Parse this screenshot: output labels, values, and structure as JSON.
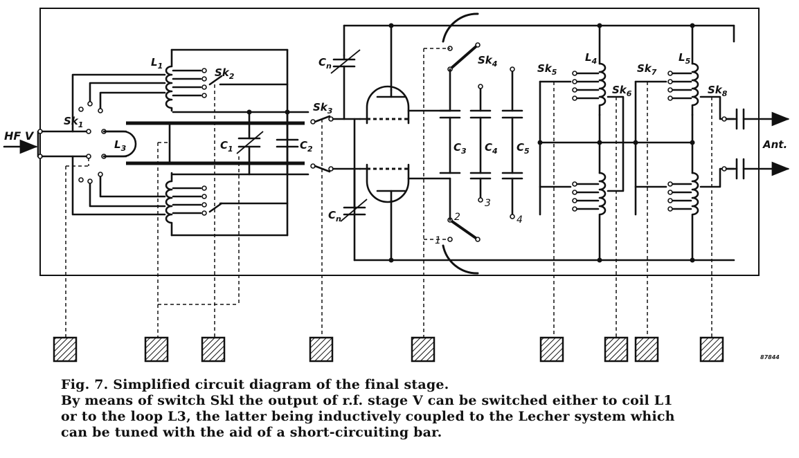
{
  "labels": {
    "hf_input": "HF V",
    "antenna": "Ant.",
    "figure_code": "87844"
  },
  "components": {
    "L1": {
      "letter": "L",
      "sub": "1"
    },
    "L3": {
      "letter": "L",
      "sub": "3"
    },
    "L4": {
      "letter": "L",
      "sub": "4"
    },
    "L5": {
      "letter": "L",
      "sub": "5"
    },
    "C1": {
      "letter": "C",
      "sub": "1"
    },
    "C2": {
      "letter": "C",
      "sub": "2"
    },
    "C3": {
      "letter": "C",
      "sub": "3"
    },
    "C4": {
      "letter": "C",
      "sub": "4"
    },
    "C5": {
      "letter": "C",
      "sub": "5"
    },
    "Cn_top": {
      "letter": "C",
      "sub": "n"
    },
    "Cn_bottom": {
      "letter": "C",
      "sub": "n"
    },
    "Sk1": {
      "letter": "Sk",
      "sub": "1"
    },
    "Sk2": {
      "letter": "Sk",
      "sub": "2"
    },
    "Sk3": {
      "letter": "Sk",
      "sub": "3"
    },
    "Sk4": {
      "letter": "Sk",
      "sub": "4"
    },
    "Sk5": {
      "letter": "Sk",
      "sub": "5"
    },
    "Sk6": {
      "letter": "Sk",
      "sub": "6"
    },
    "Sk7": {
      "letter": "Sk",
      "sub": "7"
    },
    "Sk8": {
      "letter": "Sk",
      "sub": "8"
    }
  },
  "terminals": {
    "t1": "1",
    "t2": "2",
    "t3": "3",
    "t4": "4"
  },
  "caption": {
    "line1": "Fig. 7. Simplified circuit diagram of the final stage.",
    "line2": "By means of switch Skl the output of r.f. stage V can be switched either to coil L1",
    "line3": "or to the loop L3, the latter being inductively coupled to the Lecher system which",
    "line4": "can be tuned with the aid of a short-circuiting bar."
  }
}
